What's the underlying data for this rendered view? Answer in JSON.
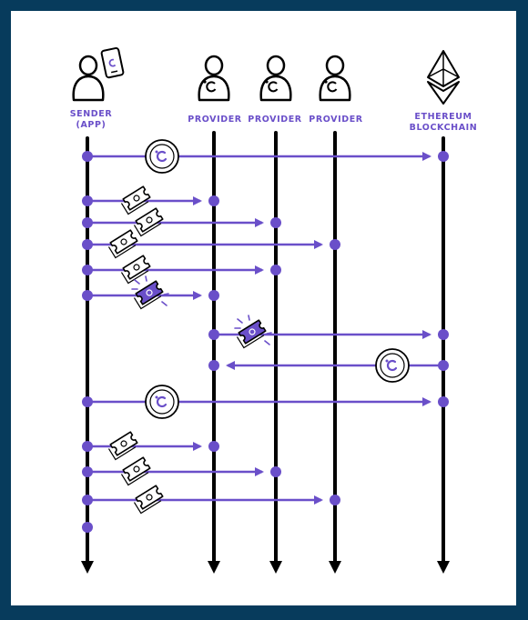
{
  "colors": {
    "frame": "#073b5c",
    "panel": "#ffffff",
    "accent": "#6a4fc9",
    "lifeline": "#000000"
  },
  "actors": [
    {
      "id": "sender",
      "label": "SENDER\n(APP)",
      "icon": "person-with-phone-icon"
    },
    {
      "id": "provider1",
      "label": "PROVIDER",
      "icon": "provider-person-icon"
    },
    {
      "id": "provider2",
      "label": "PROVIDER",
      "icon": "provider-person-icon"
    },
    {
      "id": "provider3",
      "label": "PROVIDER",
      "icon": "provider-person-icon"
    },
    {
      "id": "ethereum",
      "label": "ETHEREUM\nBLOCKCHAIN",
      "icon": "ethereum-logo-icon"
    }
  ],
  "messages": [
    {
      "from": "sender",
      "to": "ethereum",
      "token": "coin"
    },
    {
      "from": "sender",
      "to": "provider1",
      "token": "ticket"
    },
    {
      "from": "sender",
      "to": "provider2",
      "token": "ticket"
    },
    {
      "from": "sender",
      "to": "provider3",
      "token": "ticket"
    },
    {
      "from": "sender",
      "to": "provider2",
      "token": "ticket"
    },
    {
      "from": "sender",
      "to": "provider1",
      "token": "winning-ticket"
    },
    {
      "from": "provider1",
      "to": "ethereum",
      "token": "winning-ticket"
    },
    {
      "from": "ethereum",
      "to": "provider1",
      "token": "coin"
    },
    {
      "from": "sender",
      "to": "ethereum",
      "token": "coin"
    },
    {
      "from": "sender",
      "to": "provider1",
      "token": "ticket"
    },
    {
      "from": "sender",
      "to": "provider2",
      "token": "ticket"
    },
    {
      "from": "sender",
      "to": "provider3",
      "token": "ticket"
    }
  ]
}
